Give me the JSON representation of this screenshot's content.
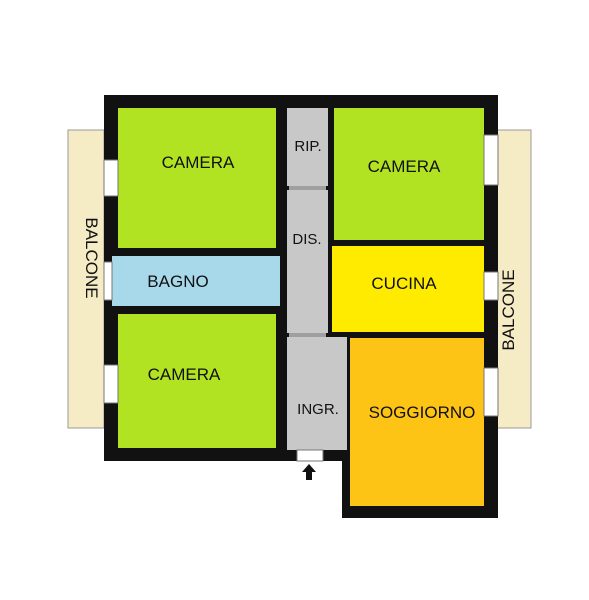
{
  "colors": {
    "wall": "#111111",
    "camera": "#b2e322",
    "bagno": "#a8d9ea",
    "cucina": "#ffeb00",
    "soggiorno": "#fdc416",
    "corridor": "#c8c8c8",
    "balcony": "#f5ebc4",
    "balcony_edge": "#9a9a9a"
  },
  "rooms": {
    "camera_top_left": "CAMERA",
    "camera_top_right": "CAMERA",
    "camera_bottom_left": "CAMERA",
    "bagno": "BAGNO",
    "ripostiglio": "RIP.",
    "disimpegno": "DIS.",
    "cucina": "CUCINA",
    "ingresso": "INGR.",
    "soggiorno": "SOGGIORNO"
  },
  "balconies": {
    "left": "BALCONE",
    "right": "BALCONE"
  },
  "icons": {
    "entrance": "entrance-arrow-icon"
  }
}
